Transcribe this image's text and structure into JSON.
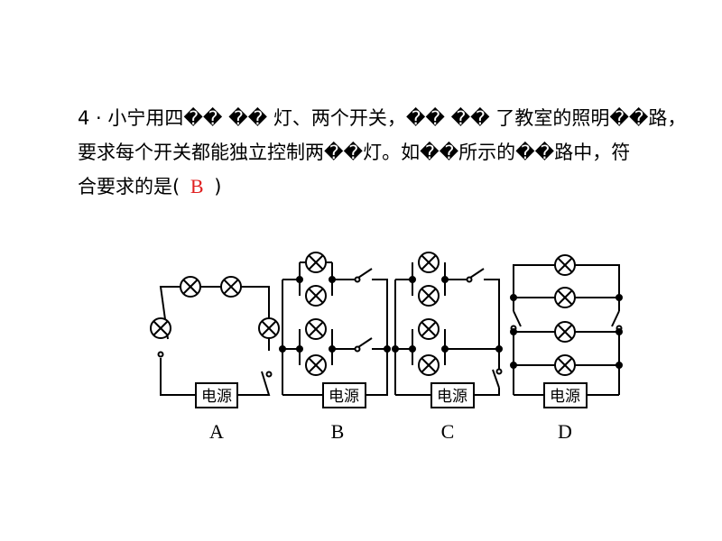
{
  "question": {
    "line1": "4 · 小宁用四�� �� 灯、两个开关，�� �� 了教室的照明��路，",
    "line2": "要求每个开关都能独立控制两��灯。如��所示的��路中，符",
    "line3_prefix": "合要求的是(",
    "answer": "B",
    "line3_suffix": ")"
  },
  "diagrams": [
    {
      "label": "A",
      "power_label": "电源"
    },
    {
      "label": "B",
      "power_label": "电源"
    },
    {
      "label": "C",
      "power_label": "电源"
    },
    {
      "label": "D",
      "power_label": "电源"
    }
  ],
  "colors": {
    "answer": "#e02020",
    "wire": "#000000"
  }
}
